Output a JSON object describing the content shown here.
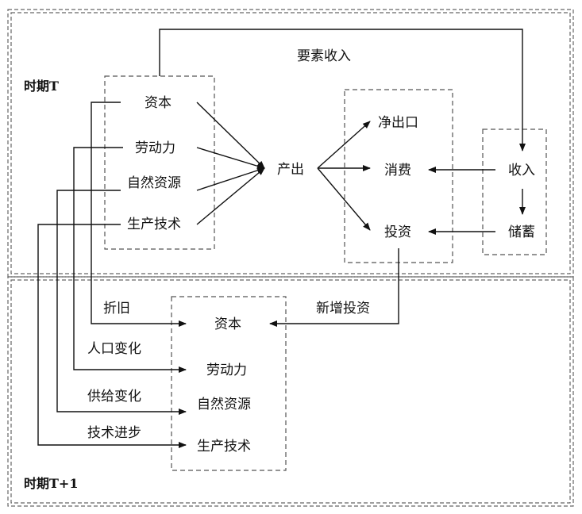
{
  "periods": {
    "t": "时期T",
    "t1": "时期T+1"
  },
  "factors_t": [
    "资本",
    "劳动力",
    "自然资源",
    "生产技术"
  ],
  "output": "产出",
  "uses": [
    "净出口",
    "消费",
    "投资"
  ],
  "household": {
    "income": "收入",
    "saving": "储蓄"
  },
  "factor_income": "要素收入",
  "factors_t1": [
    "资本",
    "劳动力",
    "自然资源",
    "生产技术"
  ],
  "changes": {
    "depreciation": "折旧",
    "population": "人口变化",
    "supply": "供给变化",
    "tech_progress": "技术进步",
    "new_investment": "新增投资"
  }
}
